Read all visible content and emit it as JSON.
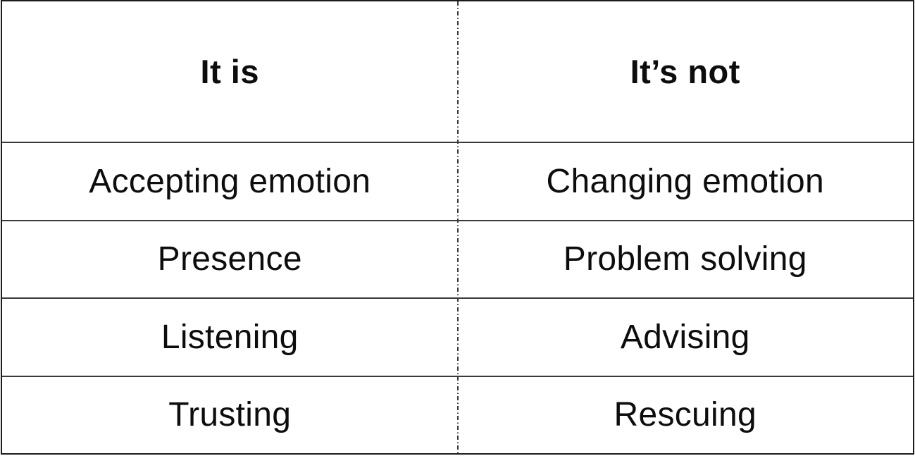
{
  "table": {
    "columns": [
      {
        "header": "It is"
      },
      {
        "header": "It’s not"
      }
    ],
    "rows": [
      {
        "is": "Accepting emotion",
        "not": "Changing emotion"
      },
      {
        "is": "Presence",
        "not": "Problem solving"
      },
      {
        "is": "Listening",
        "not": "Advising"
      },
      {
        "is": "Trusting",
        "not": "Rescuing"
      }
    ],
    "colors": {
      "background": "#ffffff",
      "text": "#0d0d0d",
      "outer_border": "#1c1c1c",
      "inner_lines": "#3a3a3a"
    },
    "divider_style": "dash-dot"
  }
}
